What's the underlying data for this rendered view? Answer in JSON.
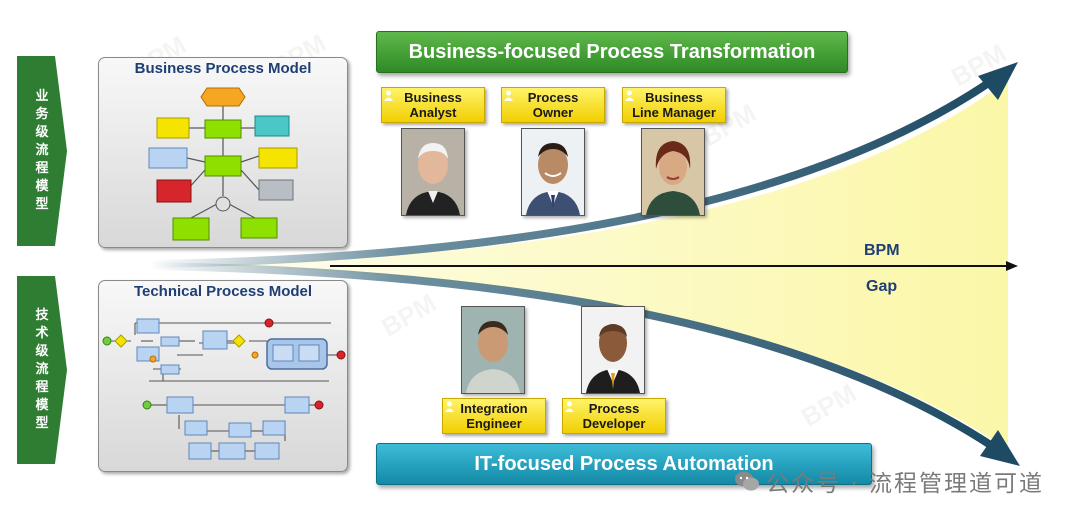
{
  "side_tabs": {
    "business_level": "业务级流程模型",
    "technical_level": "技术级流程模型"
  },
  "panels": {
    "business_model_title": "Business Process Model",
    "technical_model_title": "Technical Process Model"
  },
  "banners": {
    "business": "Business-focused Process Transformation",
    "it": "IT-focused Process Automation"
  },
  "roles": {
    "business_analyst": "Business Analyst",
    "process_owner": "Process Owner",
    "business_line_manager": "Business Line Manager",
    "integration_engineer": "Integration Engineer",
    "process_developer": "Process Developer"
  },
  "gap": {
    "label_top": "BPM",
    "label_bottom": "Gap"
  },
  "watermark": {
    "tile_text": "BPM",
    "footer_text": "公众号 · 流程管理道可道"
  },
  "colors": {
    "side_tab_green": "#2e7d32",
    "business_banner_green": "#3a8e2e",
    "it_banner_teal": "#1a9ab8",
    "arrow_blue": "#2f6078",
    "gap_yellow": "#fbf7a8",
    "role_yellow": "#f7dd16"
  },
  "icons": {
    "role_badge": "person-icon",
    "footer": "wechat-icon"
  }
}
